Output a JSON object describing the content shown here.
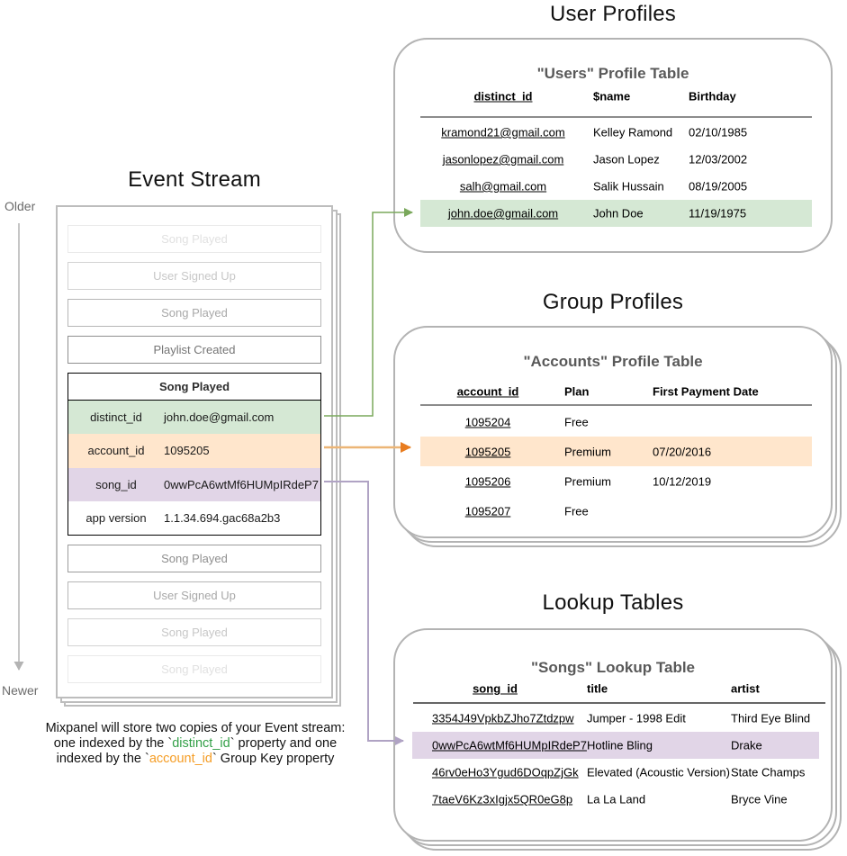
{
  "event_stream": {
    "title": "Event Stream",
    "older_label": "Older",
    "newer_label": "Newer",
    "events_before": [
      {
        "label": "Song Played",
        "fade": "f1"
      },
      {
        "label": "User Signed Up",
        "fade": "f2"
      },
      {
        "label": "Song Played",
        "fade": "f3"
      },
      {
        "label": "Playlist Created",
        "fade": "f4"
      }
    ],
    "expanded_event": {
      "title": "Song Played",
      "properties": [
        {
          "key": "distinct_id",
          "value": "john.doe@gmail.com",
          "highlight": "green"
        },
        {
          "key": "account_id",
          "value": "1095205",
          "highlight": "orange"
        },
        {
          "key": "song_id",
          "value": "0wwPcA6wtMf6HUMpIRdeP7",
          "highlight": "purple"
        },
        {
          "key": "app version",
          "value": "1.1.34.694.gac68a2b3",
          "highlight": "none"
        }
      ]
    },
    "events_after": [
      {
        "label": "Song Played",
        "fade": "f4b"
      },
      {
        "label": "User Signed Up",
        "fade": "f3"
      },
      {
        "label": "Song Played",
        "fade": "f2"
      },
      {
        "label": "Song Played",
        "fade": "f1"
      }
    ]
  },
  "user_profiles": {
    "section_title": "User Profiles",
    "table_title": "\"Users\" Profile Table",
    "columns": [
      "distinct_id",
      "$name",
      "Birthday"
    ],
    "rows": [
      [
        "kramond21@gmail.com",
        "Kelley Ramond",
        "02/10/1985"
      ],
      [
        "jasonlopez@gmail.com",
        "Jason Lopez",
        "12/03/2002"
      ],
      [
        "salh@gmail.com",
        "Salik Hussain",
        "08/19/2005"
      ],
      [
        "john.doe@gmail.com",
        "John Doe",
        "11/19/1975"
      ]
    ],
    "highlighted_row_index": 3
  },
  "group_profiles": {
    "section_title": "Group Profiles",
    "table_title": "\"Accounts\" Profile Table",
    "columns": [
      "account_id",
      "Plan",
      "First Payment Date"
    ],
    "rows": [
      [
        "1095204",
        "Free",
        ""
      ],
      [
        "1095205",
        "Premium",
        "07/20/2016"
      ],
      [
        "1095206",
        "Premium",
        "10/12/2019"
      ],
      [
        "1095207",
        "Free",
        ""
      ]
    ],
    "highlighted_row_index": 1
  },
  "lookup_tables": {
    "section_title": "Lookup Tables",
    "table_title": "\"Songs\" Lookup Table",
    "columns": [
      "song_id",
      "title",
      "artist"
    ],
    "rows": [
      [
        "3354J49VpkbZJho7Ztdzpw",
        "Jumper - 1998 Edit",
        "Third Eye Blind"
      ],
      [
        "0wwPcA6wtMf6HUMpIRdeP7",
        "Hotline Bling",
        "Drake"
      ],
      [
        "46rv0eHo3Ygud6DOqpZjGk",
        "Elevated (Acoustic Version)",
        "State Champs"
      ],
      [
        "7taeV6Kz3xIgjx5QR0eG8p",
        "La La Land",
        "Bryce Vine"
      ]
    ],
    "highlighted_row_index": 1
  },
  "caption": {
    "line1": "Mixpanel will store two copies of your Event stream:",
    "line2_prefix": "one indexed by the `",
    "line2_keyword": "distinct_id",
    "line2_suffix": "` property and one",
    "line3_prefix": "indexed by the `",
    "line3_keyword": "account_id",
    "line3_suffix": "` Group Key property"
  },
  "colors": {
    "green_highlight": "#d5e8d4",
    "orange_highlight": "#ffe6cc",
    "purple_highlight": "#e1d5e7",
    "green_arrow": "#7aa85c",
    "orange_arrow_line": "#ecb576",
    "orange_arrow_head": "#e87c1f",
    "purple_arrow": "#b0a3c4",
    "timeline_gray": "#b3b3b3",
    "distinct_id_keyword": "#33a048",
    "account_id_keyword": "#f59d25"
  }
}
